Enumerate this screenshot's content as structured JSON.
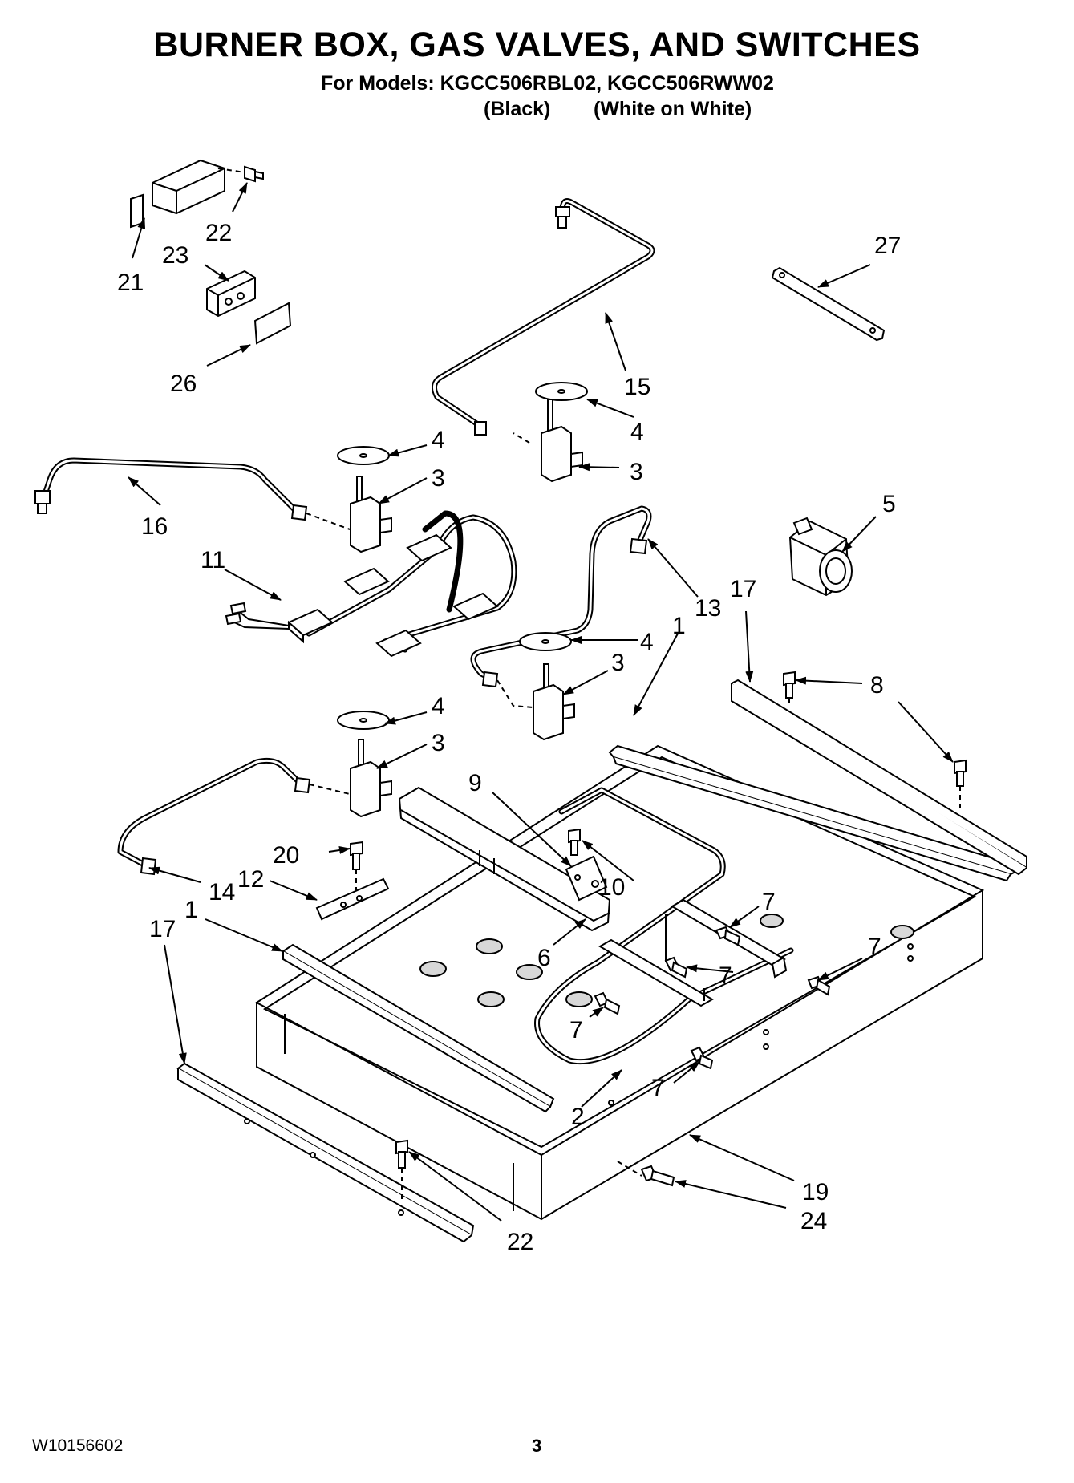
{
  "header": {
    "title": "BURNER BOX, GAS VALVES, AND SWITCHES",
    "models": "For Models: KGCC506RBL02, KGCC506RWW02",
    "variant_black": "(Black)",
    "variant_white": "(White on White)"
  },
  "callouts": {
    "c1a": "1",
    "c1b": "1",
    "c2": "2",
    "c3a": "3",
    "c3b": "3",
    "c3c": "3",
    "c3d": "3",
    "c4a": "4",
    "c4b": "4",
    "c4c": "4",
    "c4d": "4",
    "c5": "5",
    "c6": "6",
    "c7a": "7",
    "c7b": "7",
    "c7c": "7",
    "c7d": "7",
    "c7e": "7",
    "c8": "8",
    "c9": "9",
    "c10": "10",
    "c11": "11",
    "c12": "12",
    "c13": "13",
    "c14": "14",
    "c15": "15",
    "c16": "16",
    "c17a": "17",
    "c17b": "17",
    "c19": "19",
    "c20": "20",
    "c21": "21",
    "c22a": "22",
    "c22b": "22",
    "c23": "23",
    "c24": "24",
    "c26": "26",
    "c27": "27"
  },
  "footer": {
    "doc_code": "W10156602",
    "page_number": "3"
  }
}
